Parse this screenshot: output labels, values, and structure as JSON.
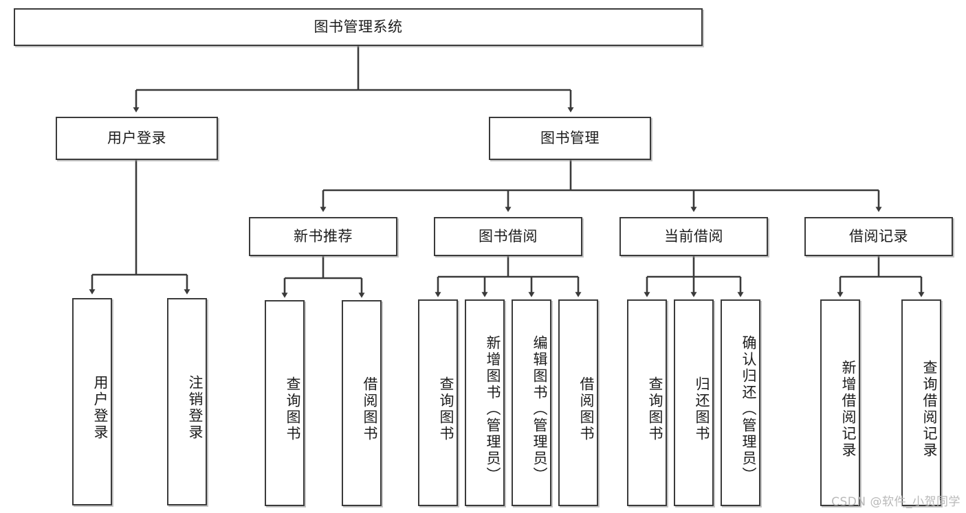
{
  "diagram": {
    "title": "图书管理系统",
    "type": "tree-hierarchy-chart",
    "watermark": "CSDN @软件_小贺同学",
    "colors": {
      "box_border": "#3a3a3a",
      "box_fill": "#ffffff",
      "line": "#3a3a3a",
      "text": "#1c1c1c",
      "watermark": "#b9b9b9"
    }
  },
  "nodes": {
    "root": {
      "label": "图书管理系统"
    },
    "level2": [
      {
        "id": "user-login",
        "label": "用户登录"
      },
      {
        "id": "book-manage",
        "label": "图书管理"
      }
    ],
    "level3": [
      {
        "id": "new-book-recommend",
        "label": "新书推荐"
      },
      {
        "id": "book-borrow",
        "label": "图书借阅"
      },
      {
        "id": "current-borrow",
        "label": "当前借阅"
      },
      {
        "id": "borrow-record",
        "label": "借阅记录"
      }
    ],
    "leaves": {
      "user_login": [
        {
          "id": "leaf-user-login",
          "label": "用户登录"
        },
        {
          "id": "leaf-logout-login",
          "label": "注销登录"
        }
      ],
      "new_book_recommend": [
        {
          "id": "leaf-query-book-1",
          "label": "查询图书"
        },
        {
          "id": "leaf-borrow-book-1",
          "label": "借阅图书"
        }
      ],
      "book_borrow": [
        {
          "id": "leaf-query-book-2",
          "label": "查询图书"
        },
        {
          "id": "leaf-add-book",
          "label": "新增图书（管理员）"
        },
        {
          "id": "leaf-edit-book",
          "label": "编辑图书（管理员）"
        },
        {
          "id": "leaf-borrow-book-2",
          "label": "借阅图书"
        }
      ],
      "current_borrow": [
        {
          "id": "leaf-query-book-3",
          "label": "查询图书"
        },
        {
          "id": "leaf-return-book",
          "label": "归还图书"
        },
        {
          "id": "leaf-confirm-return",
          "label": "确认归还（管理员）"
        }
      ],
      "borrow_record": [
        {
          "id": "leaf-add-borrow-record",
          "label": "新增借阅记录"
        },
        {
          "id": "leaf-query-borrow-record",
          "label": "查询借阅记录"
        }
      ]
    }
  }
}
